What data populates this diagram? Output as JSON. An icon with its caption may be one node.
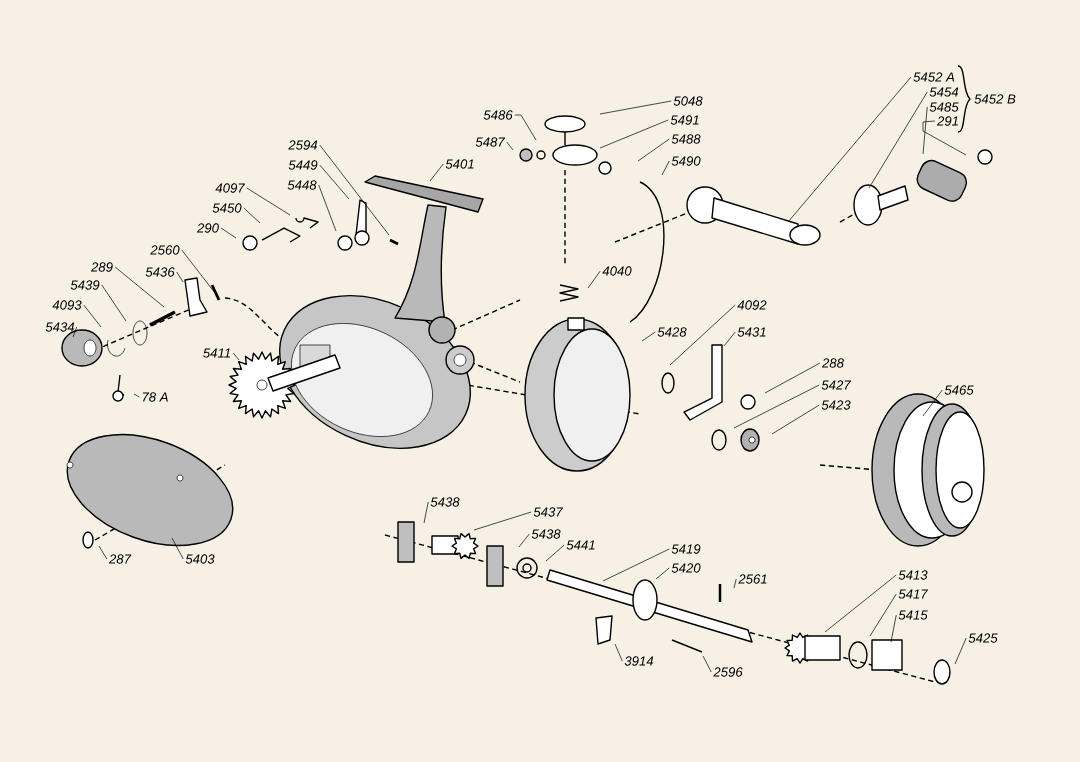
{
  "diagram": {
    "nodes": [
      {
        "text": [
          "5048"
        ]
      },
      {
        "text": [
          "5486"
        ]
      },
      {
        "text": [
          "5491"
        ]
      },
      {
        "text": [
          "5487"
        ]
      },
      {
        "text": [
          "5488"
        ]
      },
      {
        "text": [
          "5490"
        ]
      },
      {
        "text": [
          "5452 A"
        ]
      },
      {
        "text": [
          "5454"
        ]
      },
      {
        "text": [
          "5485"
        ]
      },
      {
        "text": [
          "291"
        ]
      },
      {
        "text": [
          "2594"
        ]
      },
      {
        "text": [
          "5449"
        ]
      },
      {
        "text": [
          "5401"
        ]
      },
      {
        "text": [
          "5448"
        ]
      },
      {
        "text": [
          "4097"
        ]
      },
      {
        "text": [
          "5450"
        ]
      },
      {
        "text": [
          "290"
        ]
      },
      {
        "text": [
          "2560"
        ]
      },
      {
        "text": [
          "289"
        ]
      },
      {
        "text": [
          "5436"
        ]
      },
      {
        "text": [
          "5439"
        ]
      },
      {
        "text": [
          "4093"
        ]
      },
      {
        "text": [
          "5434"
        ]
      },
      {
        "text": [
          "4040"
        ]
      },
      {
        "text": [
          "5411"
        ]
      },
      {
        "text": [
          "4092"
        ]
      },
      {
        "text": [
          "5428"
        ]
      },
      {
        "text": [
          "5431"
        ]
      },
      {
        "text": [
          "288"
        ]
      },
      {
        "text": [
          "5427"
        ]
      },
      {
        "text": [
          "5423"
        ]
      },
      {
        "text": [
          "5465"
        ]
      },
      {
        "text": [
          "78 A"
        ]
      },
      {
        "text": [
          "5438"
        ]
      },
      {
        "text": [
          "5437"
        ]
      },
      {
        "text": [
          "5438"
        ]
      },
      {
        "text": [
          "5441"
        ]
      },
      {
        "text": [
          "5419"
        ]
      },
      {
        "text": [
          "5420"
        ]
      },
      {
        "text": [
          "2561"
        ]
      },
      {
        "text": [
          "5413"
        ]
      },
      {
        "text": [
          "5403"
        ]
      },
      {
        "text": [
          "287"
        ]
      },
      {
        "text": [
          "5417"
        ]
      },
      {
        "text": [
          "5415"
        ]
      },
      {
        "text": [
          "5425"
        ]
      },
      {
        "text": [
          "3914"
        ]
      },
      {
        "text": [
          "2596"
        ]
      }
    ],
    "edges": [
      {
        "from": 0,
        "to": null,
        "arrow": "none"
      },
      {
        "from": 1,
        "to": null,
        "arrow": "none"
      },
      {
        "from": 2,
        "to": null,
        "arrow": "none"
      },
      {
        "from": 3,
        "to": null,
        "arrow": "none"
      },
      {
        "from": 4,
        "to": null,
        "arrow": "none"
      },
      {
        "from": 5,
        "to": null,
        "arrow": "none"
      },
      {
        "from": 6,
        "to": null,
        "arrow": "none"
      },
      {
        "from": 7,
        "to": null,
        "arrow": "none"
      },
      {
        "from": 8,
        "to": null,
        "arrow": "none"
      },
      {
        "from": 9,
        "to": null,
        "arrow": "none"
      },
      {
        "from": 10,
        "to": null,
        "arrow": "none"
      },
      {
        "from": 11,
        "to": null,
        "arrow": "none"
      },
      {
        "from": 12,
        "to": null,
        "arrow": "none"
      },
      {
        "from": 13,
        "to": null,
        "arrow": "none"
      },
      {
        "from": 14,
        "to": null,
        "arrow": "none"
      },
      {
        "from": 15,
        "to": null,
        "arrow": "none"
      },
      {
        "from": 16,
        "to": null,
        "arrow": "none"
      },
      {
        "from": 17,
        "to": null,
        "arrow": "none"
      },
      {
        "from": 18,
        "to": null,
        "arrow": "none"
      },
      {
        "from": 19,
        "to": null,
        "arrow": "none"
      },
      {
        "from": 20,
        "to": null,
        "arrow": "none"
      },
      {
        "from": 21,
        "to": null,
        "arrow": "none"
      },
      {
        "from": 22,
        "to": null,
        "arrow": "none"
      },
      {
        "from": 23,
        "to": null,
        "arrow": "none"
      },
      {
        "from": 24,
        "to": null,
        "arrow": "none"
      },
      {
        "from": 25,
        "to": null,
        "arrow": "none"
      },
      {
        "from": 26,
        "to": null,
        "arrow": "none"
      },
      {
        "from": 27,
        "to": null,
        "arrow": "none"
      },
      {
        "from": 28,
        "to": null,
        "arrow": "none"
      },
      {
        "from": 29,
        "to": null,
        "arrow": "none"
      },
      {
        "from": 30,
        "to": null,
        "arrow": "none"
      },
      {
        "from": 31,
        "to": null,
        "arrow": "none"
      },
      {
        "from": 32,
        "to": null,
        "arrow": "none"
      },
      {
        "from": 33,
        "to": null,
        "arrow": "none"
      },
      {
        "from": 34,
        "to": null,
        "arrow": "none"
      },
      {
        "from": 35,
        "to": null,
        "arrow": "none"
      },
      {
        "from": 36,
        "to": null,
        "arrow": "none"
      },
      {
        "from": 37,
        "to": null,
        "arrow": "none"
      },
      {
        "from": 38,
        "to": null,
        "arrow": "none"
      },
      {
        "from": 39,
        "to": null,
        "arrow": "none"
      },
      {
        "from": 40,
        "to": null,
        "arrow": "none"
      },
      {
        "from": 41,
        "to": null,
        "arrow": "none"
      },
      {
        "from": 42,
        "to": null,
        "arrow": "none"
      },
      {
        "from": 43,
        "to": null,
        "arrow": "none"
      },
      {
        "from": 44,
        "to": null,
        "arrow": "none"
      },
      {
        "from": 45,
        "to": null,
        "arrow": "none"
      },
      {
        "from": 46,
        "to": null,
        "arrow": "none"
      },
      {
        "from": 47,
        "to": null,
        "arrow": "none"
      }
    ],
    "labels": [
      "5452 B"
    ]
  }
}
